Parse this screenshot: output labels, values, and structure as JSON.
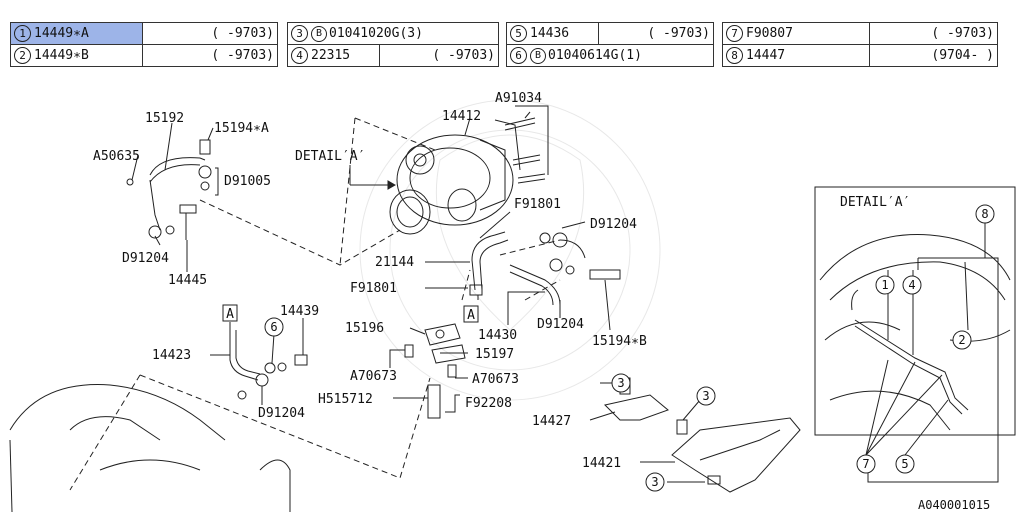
{
  "parts_table": {
    "groups": [
      {
        "rows": [
          {
            "no": "1",
            "part": "14449∗A",
            "range": "(    -9703)",
            "selected": true
          },
          {
            "no": "2",
            "part": "14449∗B",
            "range": "(    -9703)",
            "selected": false
          }
        ]
      },
      {
        "rows": [
          {
            "no": "3",
            "bolt": "B",
            "part": "01041020G(3)",
            "range": "",
            "selected": false
          },
          {
            "no": "4",
            "part": "22315",
            "range": "(    -9703)",
            "selected": false
          }
        ]
      },
      {
        "rows": [
          {
            "no": "5",
            "part": "14436",
            "range": "(    -9703)",
            "selected": false
          },
          {
            "no": "6",
            "bolt": "B",
            "part": "01040614G(1)",
            "range": "",
            "selected": false
          }
        ]
      },
      {
        "rows": [
          {
            "no": "7",
            "part": "F90807",
            "range": "(    -9703)",
            "selected": false
          },
          {
            "no": "8",
            "part": "14447",
            "range": "(9704-    )",
            "selected": false
          }
        ]
      }
    ]
  },
  "labels": {
    "p15192": "15192",
    "p15194a": "15194∗A",
    "a50635": "A50635",
    "d91005": "D91005",
    "d91204a": "D91204",
    "p14445": "14445",
    "detail_arrow": "DETAIL′A′",
    "p14412": "14412",
    "a91034": "A91034",
    "f91801a": "F91801",
    "d91204b": "D91204",
    "p21144": "21144",
    "f91801b": "F91801",
    "boxA1": "A",
    "p14430": "14430",
    "d91204c": "D91204",
    "p15194b": "15194∗B",
    "boxA2": "A",
    "p14439": "14439",
    "p14423": "14423",
    "d91204d": "D91204",
    "p15196": "15196",
    "p15197": "15197",
    "a70673a": "A70673",
    "a70673b": "A70673",
    "h515712": "H515712",
    "f92208": "F92208",
    "p14427": "14427",
    "p14421": "14421",
    "detail_title": "DETAIL′A′",
    "footer_code": "A040001015"
  },
  "callouts": {
    "c1": "1",
    "c2": "2",
    "c3": "3",
    "c4": "4",
    "c5": "5",
    "c6": "6",
    "c7": "7",
    "c8": "8"
  }
}
